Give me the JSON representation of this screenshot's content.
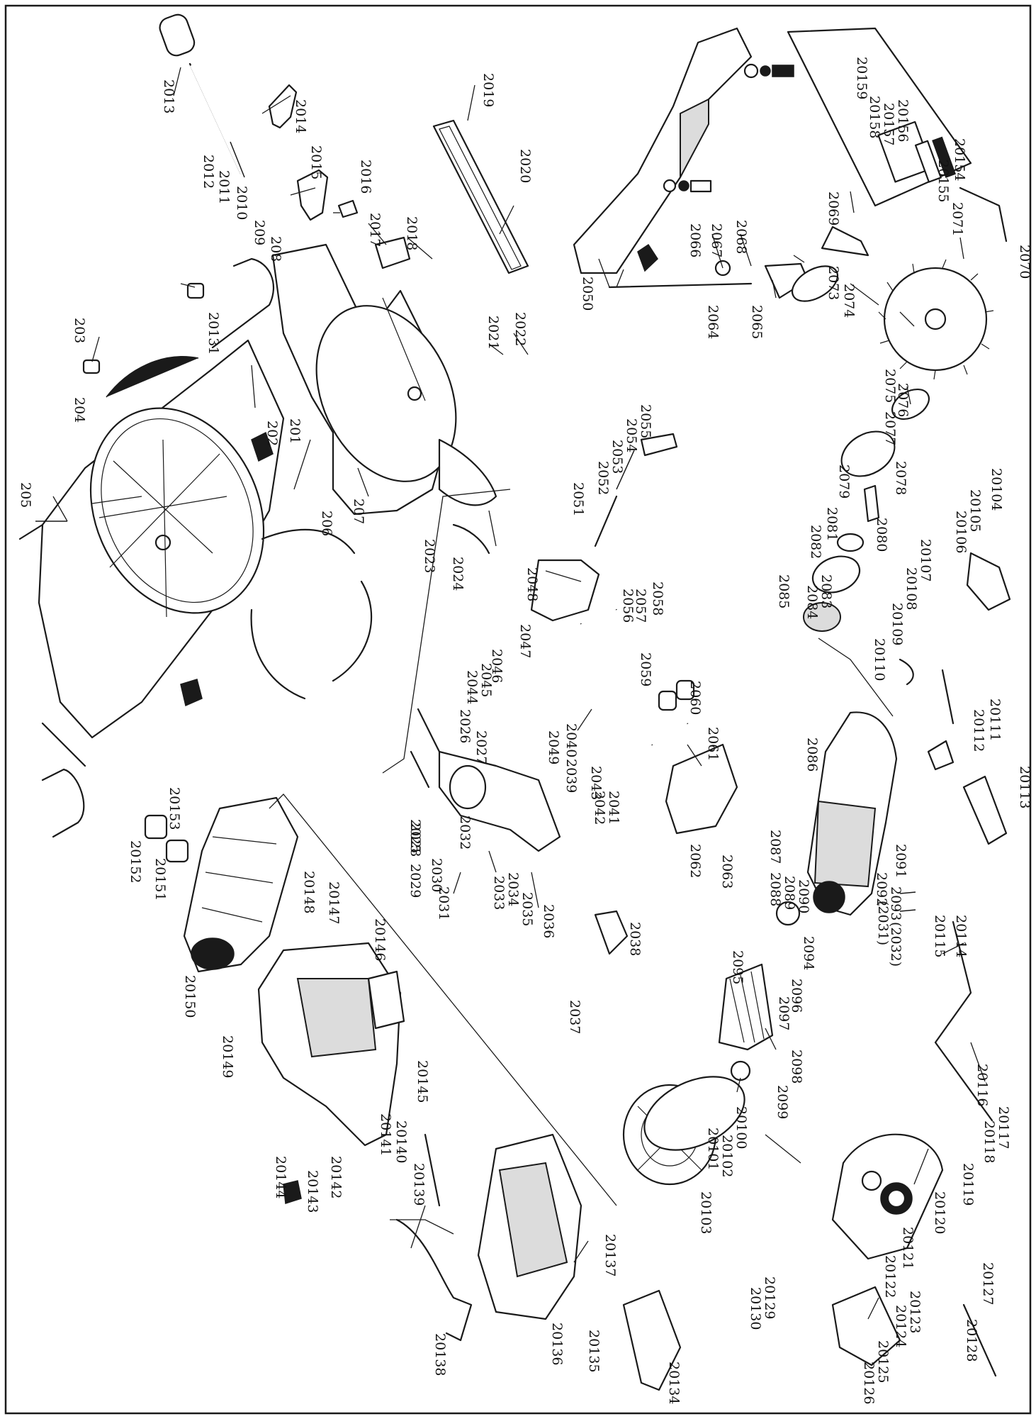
{
  "diagram": {
    "labels": [
      "201",
      "202",
      "203",
      "204",
      "205",
      "206",
      "207",
      "208",
      "209",
      "2010",
      "2011",
      "2012",
      "2013",
      "2014",
      "2015",
      "2016",
      "2017",
      "2018",
      "2019",
      "2020",
      "2021",
      "2022",
      "2023",
      "2024",
      "2025",
      "2026",
      "2027",
      "2028",
      "2029",
      "2030",
      "2031",
      "2032",
      "2033",
      "2034",
      "2035",
      "2036",
      "2037",
      "2038",
      "2039",
      "2040",
      "2041",
      "2042",
      "2043",
      "2044",
      "2045",
      "2046",
      "2047",
      "2048",
      "2049",
      "2050",
      "2051",
      "2052",
      "2053",
      "2054",
      "2055",
      "2056",
      "2057",
      "2058",
      "2059",
      "2060",
      "2061",
      "2062",
      "2063",
      "2064",
      "2065",
      "2066",
      "2067",
      "2068",
      "2069",
      "2070",
      "2071",
      "2073",
      "2074",
      "2075",
      "2076",
      "2077",
      "2078",
      "2079",
      "2080",
      "2081",
      "2082",
      "2083",
      "2084",
      "2085",
      "2086",
      "2087",
      "2088",
      "2089",
      "2090",
      "2091",
      "2092",
      "2093",
      "2094",
      "2095",
      "2096",
      "2097",
      "2098",
      "2099",
      "20100",
      "20101",
      "20102",
      "20103",
      "20104",
      "20105",
      "20106",
      "20107",
      "20108",
      "20109",
      "20110",
      "20111",
      "20112",
      "20113",
      "20114",
      "20115",
      "20116",
      "20117",
      "20118",
      "20119",
      "20120",
      "20121",
      "20122",
      "20123",
      "20124",
      "20125",
      "20126",
      "20127",
      "20128",
      "20129",
      "20130",
      "20131",
      "20134",
      "20135",
      "20136",
      "20137",
      "20138",
      "20139",
      "20140",
      "20141",
      "20142",
      "20143",
      "20144",
      "20145",
      "20146",
      "20147",
      "20148",
      "20149",
      "20150",
      "20151",
      "20152",
      "20153",
      "20154",
      "20155",
      "20156",
      "20157",
      "20158",
      "20159",
      "(2031)",
      "(2032)"
    ]
  }
}
